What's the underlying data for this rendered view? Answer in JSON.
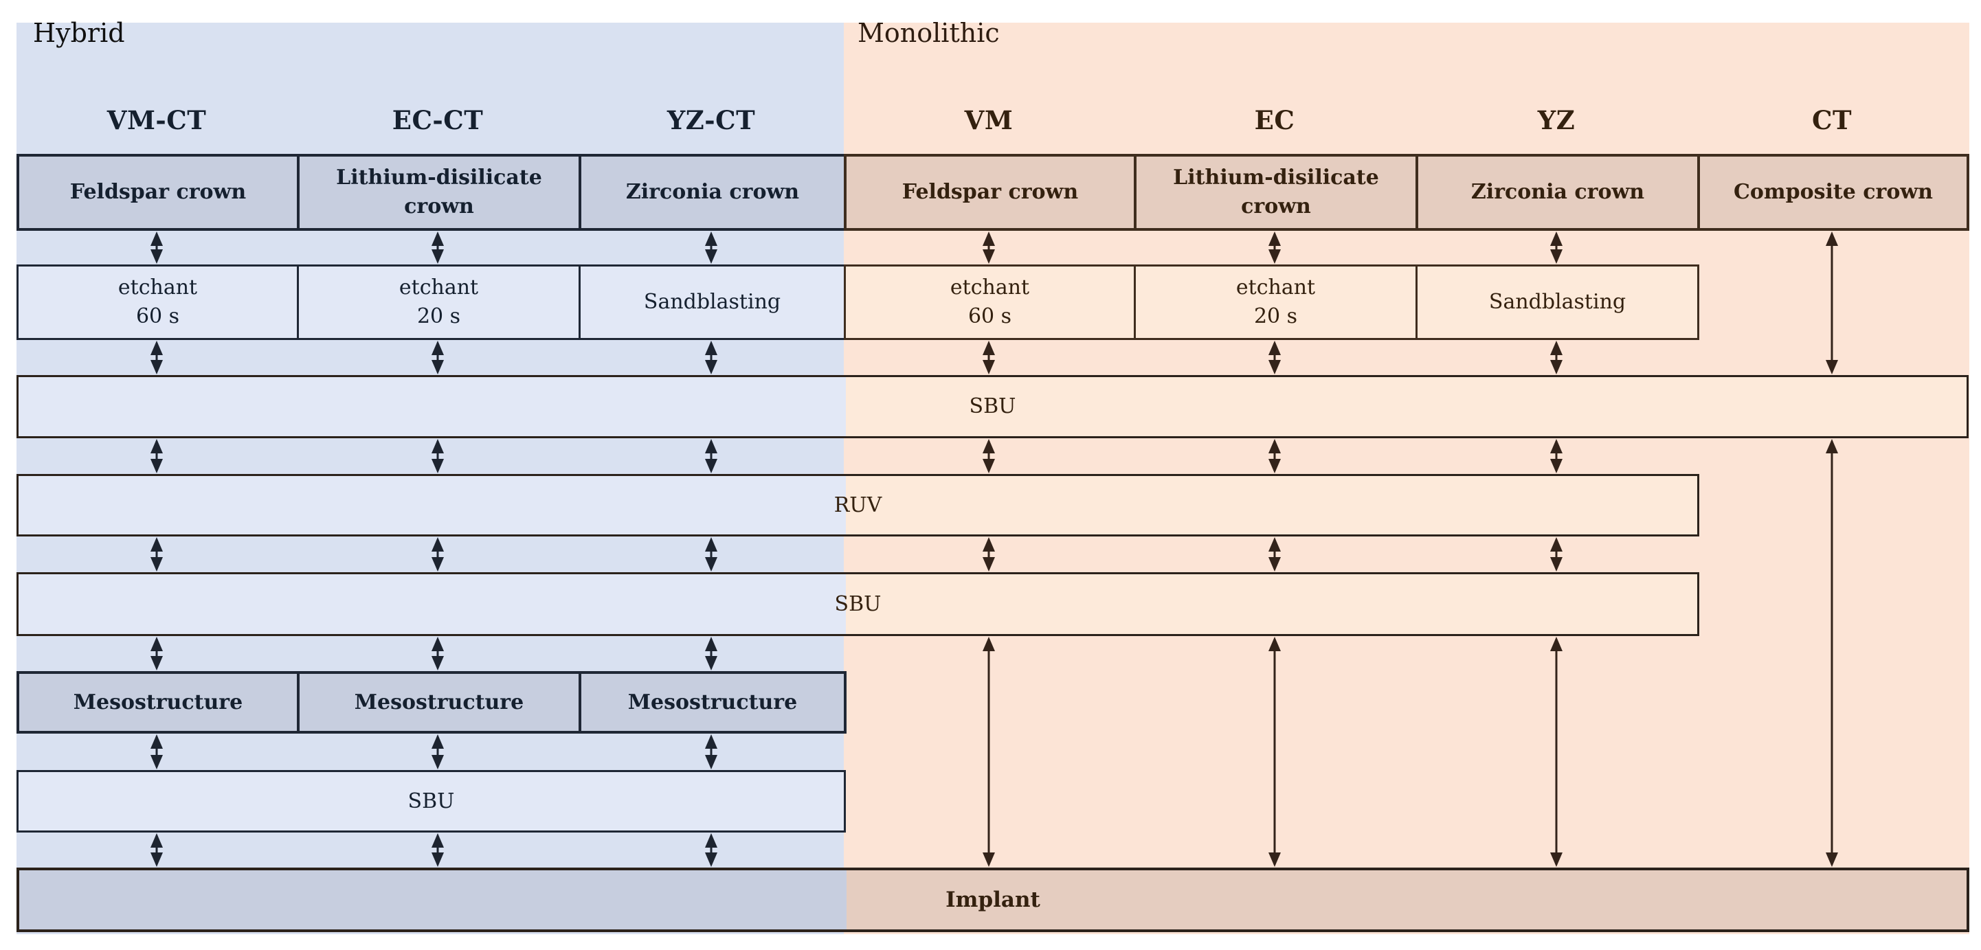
{
  "regions": {
    "hybrid": {
      "label": "Hybrid",
      "bg_color": "#d9e1f1",
      "box_fill_dark": "#c7cedf",
      "box_fill_light": "#e2e8f6",
      "border_color": "#1f2735",
      "text_color": "#15202f",
      "arrow_color": "#1d2430",
      "label_color": "#101010"
    },
    "monolithic": {
      "label": "Monolithic",
      "bg_color": "#fce4d6",
      "box_fill_dark": "#e5cdc0",
      "box_fill_light": "#fdeada",
      "border_color": "#3f2d1e",
      "text_color": "#34210f",
      "arrow_color": "#33231a",
      "label_color": "#2e1c10"
    }
  },
  "columns": [
    {
      "id": "vm-ct",
      "region": "hybrid",
      "header": "VM-CT",
      "crown": "Feldspar crown",
      "surface_treatment": [
        "etchant",
        "60 s"
      ]
    },
    {
      "id": "ec-ct",
      "region": "hybrid",
      "header": "EC-CT",
      "crown": "Lithium-disilicate crown",
      "surface_treatment": [
        "etchant",
        "20 s"
      ]
    },
    {
      "id": "yz-ct",
      "region": "hybrid",
      "header": "YZ-CT",
      "crown": "Zirconia crown",
      "surface_treatment": [
        "Sandblasting"
      ]
    },
    {
      "id": "vm",
      "region": "monolithic",
      "header": "VM",
      "crown": "Feldspar crown",
      "surface_treatment": [
        "etchant",
        "60 s"
      ]
    },
    {
      "id": "ec",
      "region": "monolithic",
      "header": "EC",
      "crown": "Lithium-disilicate crown",
      "surface_treatment": [
        "etchant",
        "20 s"
      ]
    },
    {
      "id": "yz",
      "region": "monolithic",
      "header": "YZ",
      "crown": "Zirconia crown",
      "surface_treatment": [
        "Sandblasting"
      ]
    },
    {
      "id": "ct",
      "region": "monolithic",
      "header": "CT",
      "crown": "Composite crown",
      "surface_treatment": []
    }
  ],
  "bands": [
    {
      "id": "sbu-1",
      "label": "SBU",
      "span": "all-columns"
    },
    {
      "id": "ruv",
      "label": "RUV",
      "span": "all-but-ct"
    },
    {
      "id": "sbu-2",
      "label": "SBU",
      "span": "all-but-ct"
    }
  ],
  "hybrid_only": {
    "mesostructure_label": "Mesostructure",
    "sbu_label": "SBU"
  },
  "implant_label": "Implant"
}
